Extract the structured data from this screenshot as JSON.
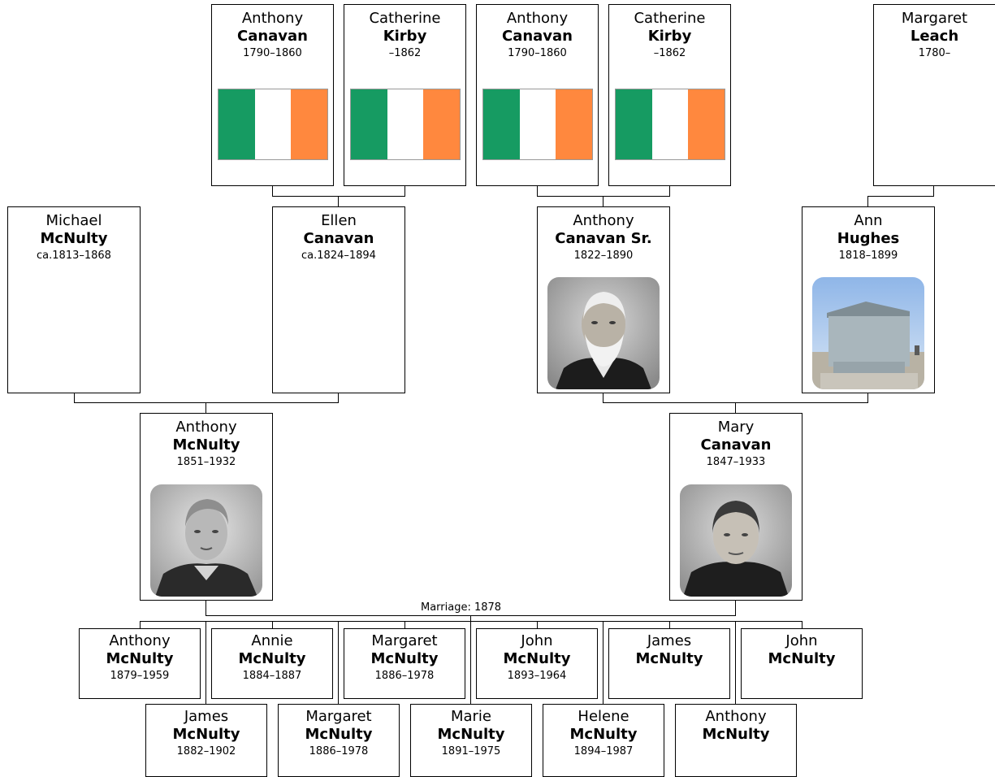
{
  "colors": {
    "flag_green": "#169b62",
    "flag_white": "#ffffff",
    "flag_orange": "#ff883e"
  },
  "gen4": [
    {
      "first": "Anthony",
      "last": "Canavan",
      "dates": "1790–1860",
      "image": "irish-flag"
    },
    {
      "first": "Catherine",
      "last": "Kirby",
      "dates": "–1862",
      "image": "irish-flag"
    },
    {
      "first": "Anthony",
      "last": "Canavan",
      "dates": "1790–1860",
      "image": "irish-flag"
    },
    {
      "first": "Catherine",
      "last": "Kirby",
      "dates": "–1862",
      "image": "irish-flag"
    },
    {
      "first": "Margaret",
      "last": "Leach",
      "dates": "1780–"
    }
  ],
  "gen3": [
    {
      "first": "Michael",
      "last": "McNulty",
      "dates": "ca.1813–1868"
    },
    {
      "first": "Ellen",
      "last": "Canavan",
      "dates": "ca.1824–1894"
    },
    {
      "first": "Anthony",
      "last": "Canavan Sr.",
      "dates": "1822–1890",
      "image": "portrait-photo"
    },
    {
      "first": "Ann",
      "last": "Hughes",
      "dates": "1818–1899",
      "image": "gravestone-photo"
    }
  ],
  "gen2": [
    {
      "first": "Anthony",
      "last": "McNulty",
      "dates": "1851–1932",
      "image": "portrait-photo"
    },
    {
      "first": "Mary",
      "last": "Canavan",
      "dates": "1847–1933",
      "image": "portrait-photo"
    }
  ],
  "marriage_label": "Marriage: 1878",
  "children_row1": [
    {
      "first": "Anthony",
      "last": "McNulty",
      "dates": "1879–1959"
    },
    {
      "first": "Annie",
      "last": "McNulty",
      "dates": "1884–1887"
    },
    {
      "first": "Margaret",
      "last": "McNulty",
      "dates": "1886–1978"
    },
    {
      "first": "John",
      "last": "McNulty",
      "dates": "1893–1964"
    },
    {
      "first": "James",
      "last": "McNulty",
      "dates": ""
    },
    {
      "first": "John",
      "last": "McNulty",
      "dates": ""
    }
  ],
  "children_row2": [
    {
      "first": "James",
      "last": "McNulty",
      "dates": "1882–1902"
    },
    {
      "first": "Margaret",
      "last": "McNulty",
      "dates": "1886–1978"
    },
    {
      "first": "Marie",
      "last": "McNulty",
      "dates": "1891–1975"
    },
    {
      "first": "Helene",
      "last": "McNulty",
      "dates": "1894–1987"
    },
    {
      "first": "Anthony",
      "last": "McNulty",
      "dates": ""
    }
  ]
}
